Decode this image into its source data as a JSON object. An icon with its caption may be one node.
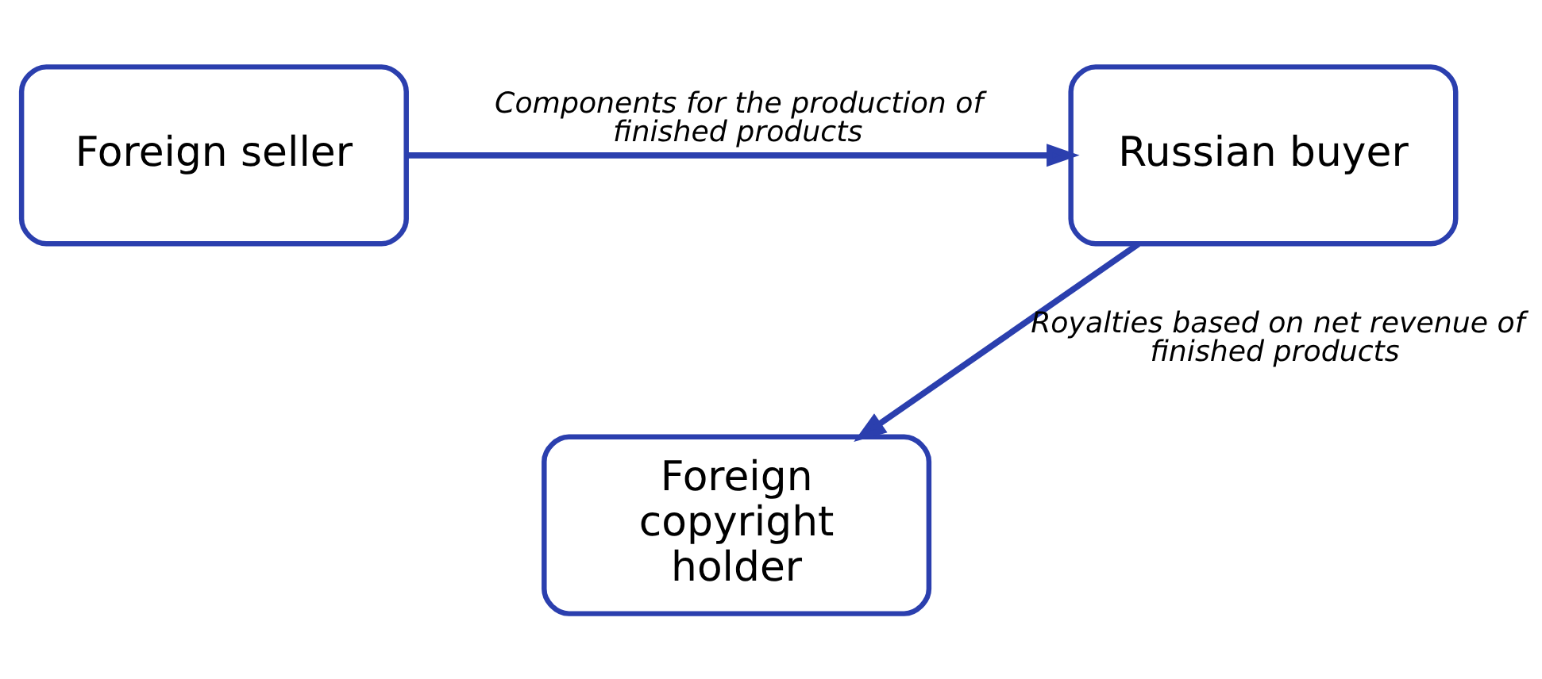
{
  "diagram": {
    "nodes": [
      {
        "text": [
          "Foreign seller"
        ]
      },
      {
        "text": [
          "Russian buyer"
        ]
      },
      {
        "text": [
          "Foreign copyright holder"
        ]
      }
    ],
    "edges": [
      {
        "from": 0,
        "to": 1,
        "arrow": "to",
        "label": "Components for the production of finished products"
      },
      {
        "from": 1,
        "to": 2,
        "arrow": "to",
        "label": "Royalties based on net revenue of finished products"
      }
    ]
  }
}
